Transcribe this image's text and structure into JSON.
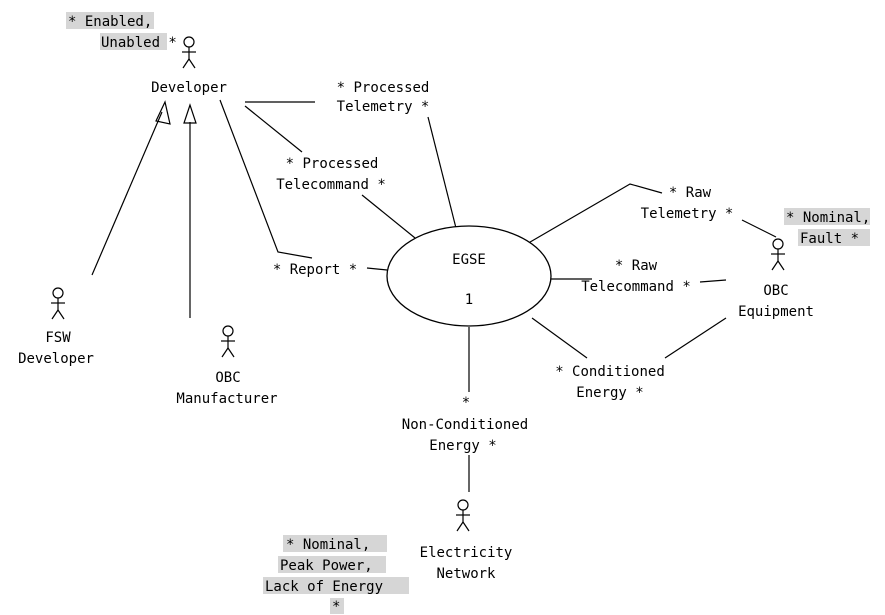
{
  "actors": {
    "developer": {
      "name": "Developer"
    },
    "fsw_developer": {
      "name_line1": "FSW",
      "name_line2": "Developer"
    },
    "obc_manufacturer": {
      "name_line1": "OBC",
      "name_line2": "Manufacturer"
    },
    "obc_equipment": {
      "name_line1": "OBC",
      "name_line2": "Equipment"
    },
    "electricity_network": {
      "name_line1": "Electricity",
      "name_line2": "Network"
    }
  },
  "system": {
    "name": "EGSE",
    "multiplicity": "1"
  },
  "flows": {
    "processed_telemetry": {
      "line1": "* Processed",
      "line2": "Telemetry *"
    },
    "processed_telecommand": {
      "line1": "* Processed",
      "line2": "Telecommand *"
    },
    "report": {
      "line1": "* Report *"
    },
    "raw_telemetry": {
      "line1": "* Raw",
      "line2": "Telemetry *"
    },
    "raw_telecommand": {
      "line1": "* Raw",
      "line2": "Telecommand *"
    },
    "conditioned_energy": {
      "line1": "* Conditioned",
      "line2": "Energy *"
    },
    "non_conditioned_energy": {
      "line1": "*",
      "line2": "Non-Conditioned",
      "line3": "Energy *"
    }
  },
  "notes": {
    "developer_states": {
      "line1": "* Enabled,",
      "line2": "Unabled *"
    },
    "obc_states": {
      "line1": "* Nominal,",
      "line2": "Fault *"
    },
    "network_states": {
      "line1": "* Nominal,",
      "line2": "Peak Power,",
      "line3": "Lack of Energy",
      "line4": "*"
    }
  }
}
